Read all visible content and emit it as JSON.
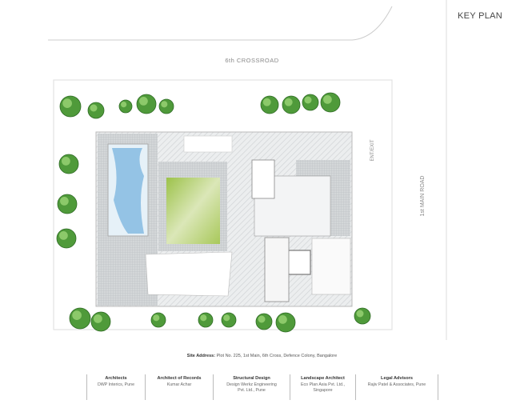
{
  "key_plan_label": "KEY PLAN",
  "roads": {
    "top": "6th CROSSROAD",
    "right": "1st MAIN ROAD",
    "entrance": "ENT/EXIT"
  },
  "site_address": {
    "label": "Site Address:",
    "value": "Plot No. 225, 1st Main, 6th Cross, Defence Colony, Bangalore"
  },
  "credits": [
    {
      "title": "Architects",
      "lines": [
        "DWP Interics, Pune"
      ]
    },
    {
      "title": "Architect of Records",
      "lines": [
        "Kumar Achar"
      ]
    },
    {
      "title": "Structural Design",
      "lines": [
        "Design Werkz Engineering",
        "Pvt. Ltd., Pune"
      ]
    },
    {
      "title": "Landscape Architect",
      "lines": [
        "Eco Plan Asia Pvt. Ltd.,",
        "Singapore"
      ]
    },
    {
      "title": "Legal Advisors",
      "lines": [
        "Rajiv Patel & Associates, Pune"
      ]
    }
  ],
  "colors": {
    "pool": "#7fb8e0",
    "lawn": "#a9c95a",
    "tree": "#4f9a3a",
    "paving": "#c9cdd0"
  }
}
